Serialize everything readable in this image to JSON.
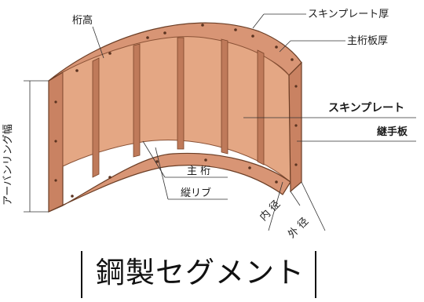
{
  "labels": {
    "girder_height": "桁高",
    "skin_plate_thickness": "スキンプレート厚",
    "main_girder_thickness": "主桁板厚",
    "skin_plate": "スキンプレート",
    "joint_plate": "継手板",
    "main_girder": "主 桁",
    "longitudinal_rib": "縦リブ",
    "width": "アーバンリング幅",
    "inner_diameter": "内 径",
    "outer_diameter": "外 径"
  },
  "caption": "鋼製セグメント",
  "colors": {
    "plate": "#e4a784",
    "plate_dark": "#c98262",
    "rim": "#d89575",
    "rib": "#bf7a5a",
    "outline": "#6b3e26"
  }
}
